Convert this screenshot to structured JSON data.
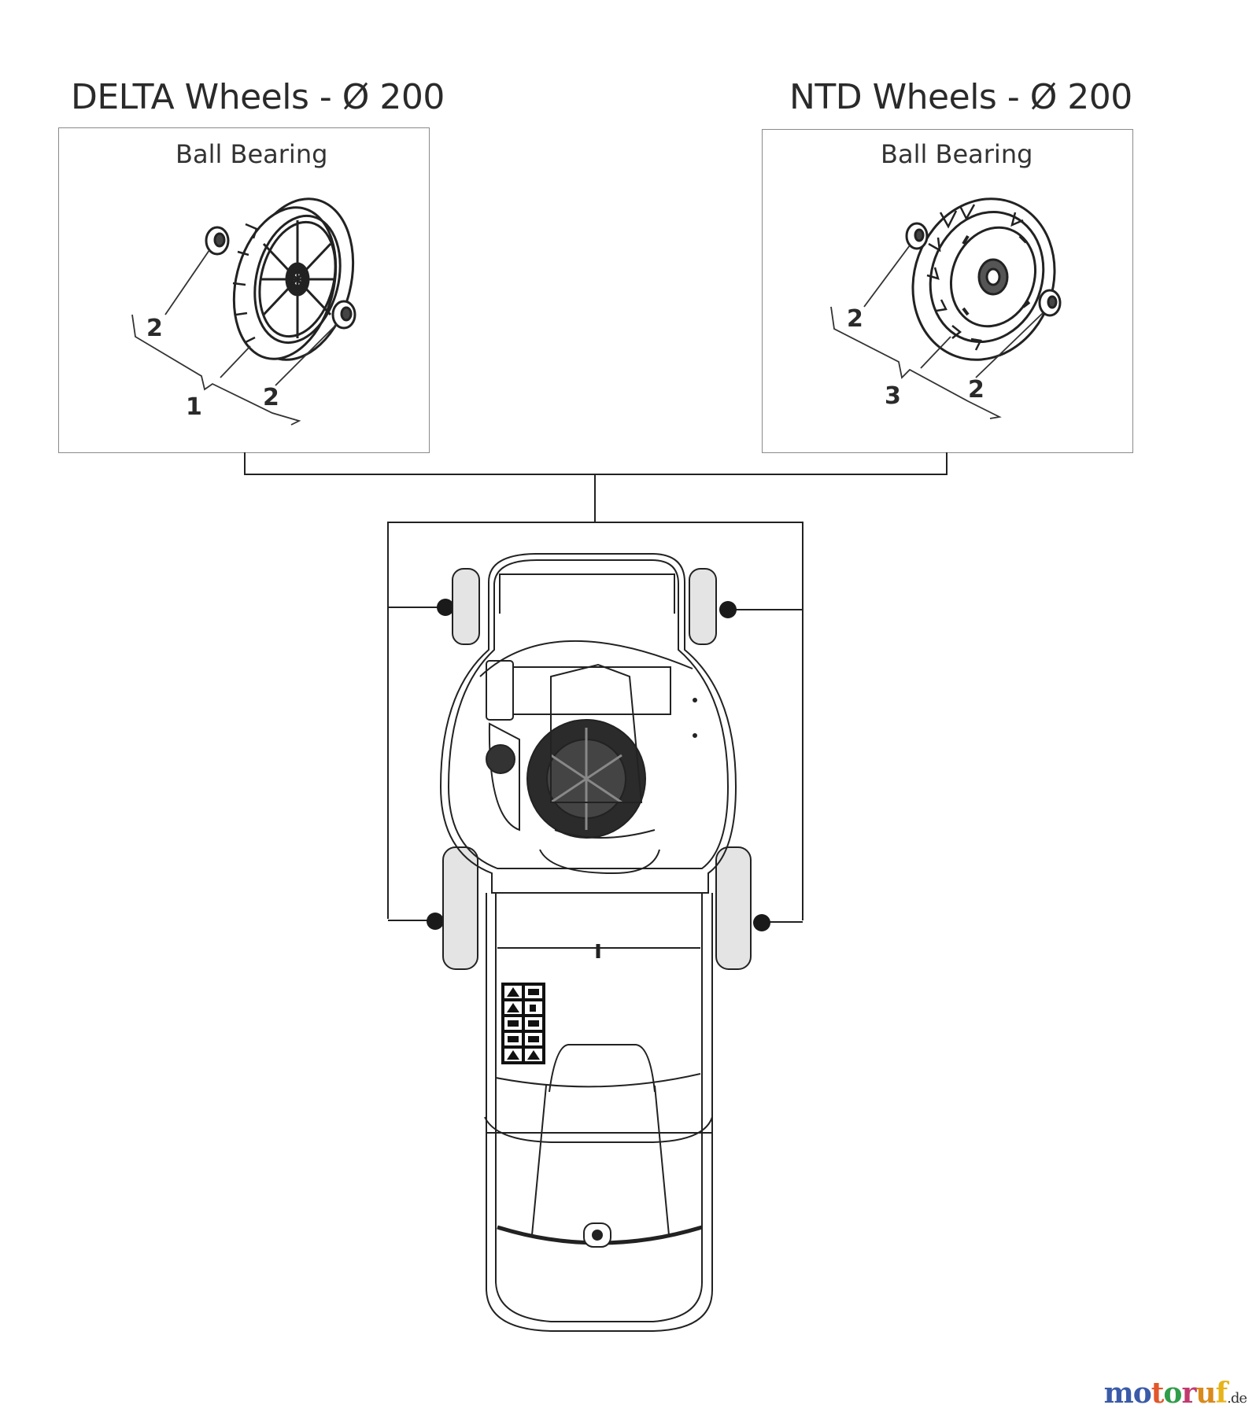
{
  "panels": [
    {
      "title": "DELTA Wheels - Ø 200",
      "label": "Ball Bearing",
      "callouts": [
        "2",
        "1",
        "2"
      ]
    },
    {
      "title": "NTD Wheels - Ø 200",
      "label": "Ball Bearing",
      "callouts": [
        "2",
        "3",
        "2"
      ]
    }
  ],
  "watermark": {
    "letters": [
      "m",
      "o",
      "t",
      "o",
      "r",
      "u",
      "f"
    ],
    "colors": [
      "#3b5ba9",
      "#3b5ba9",
      "#e2572b",
      "#2f9d4a",
      "#c13a6f",
      "#d98a1c",
      "#e6b419"
    ],
    "tld": ".de"
  }
}
